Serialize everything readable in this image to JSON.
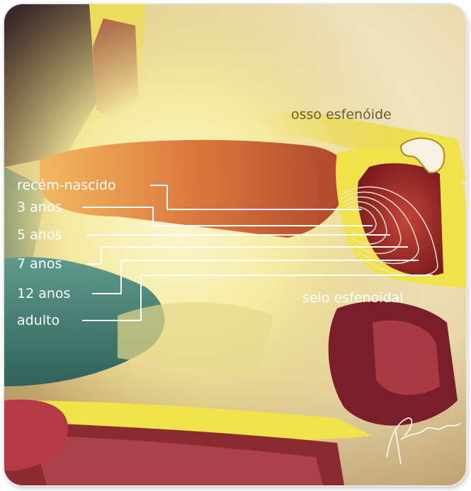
{
  "labels": {
    "osso": "osso esfenóide",
    "seio": "seio esfenoidal",
    "ages": [
      "recém-nascido",
      "3 anos",
      "5 anos",
      "7 anos",
      "12 anos",
      "adulto"
    ]
  },
  "signature": "Mendonça",
  "colors": {
    "bone_yellow": "#f3e64a",
    "tissue_red": "#b2452e",
    "cavity_dark": "#7a1f22",
    "teal": "#3f7d74",
    "leader_white": "#ffffff",
    "text_white": "#ffffff",
    "text_dark": "#6a5a3a"
  }
}
